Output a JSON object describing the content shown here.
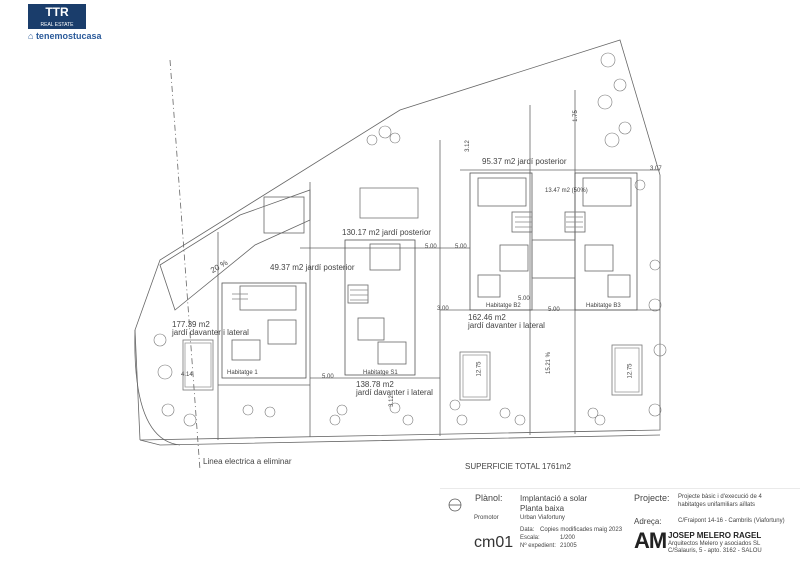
{
  "brand": {
    "logo_text": "TTR",
    "logo_sub": "REAL ESTATE",
    "site": "tenemostucasa"
  },
  "plan": {
    "areas": [
      {
        "id": "a1",
        "text": "95.37 m2 jardí posterior"
      },
      {
        "id": "a2",
        "text": "13.47 m2 (50%)"
      },
      {
        "id": "a3",
        "text": "130.17 m2 jardí posterior"
      },
      {
        "id": "a4",
        "text": "49.37 m2 jardí posterior"
      },
      {
        "id": "a5",
        "text": "177.39 m2"
      },
      {
        "id": "a6",
        "text": "jardí davanter i lateral"
      },
      {
        "id": "a7",
        "text": "162.46 m2"
      },
      {
        "id": "a8",
        "text": "jardí davanter i lateral"
      },
      {
        "id": "a9",
        "text": "138.78 m2"
      },
      {
        "id": "a10",
        "text": "jardí davanter i lateral"
      }
    ],
    "houses": [
      "Habitatge 1",
      "Habitatge S1",
      "Habitatge B2",
      "Habitatge B3"
    ],
    "slope": "20 %",
    "powerline": "Linea electrica a eliminar",
    "total": "SUPERFICIE TOTAL 1761m2",
    "dims": [
      "3.07",
      "5.00",
      "5.00",
      "3.00",
      "5.00",
      "15.21 %",
      "5.00",
      "5.00",
      "3.12",
      "4.14",
      "12.75",
      "12.75",
      "1.75",
      "3.12"
    ]
  },
  "titleblock": {
    "plano_label": "Plànol:",
    "plano_value_1": "Implantació a solar",
    "plano_value_2": "Planta baixa",
    "promotor_label": "Promotor",
    "promotor_value": "Urban Viafortuny",
    "data_label": "Data:",
    "data_value": "Copies modificades maig 2023",
    "escala_label": "Escala:",
    "escala_value": "1/200",
    "exp_label": "Nº expedient:",
    "exp_value": "21005",
    "sheet": "cm01",
    "projecte_label": "Projecte:",
    "projecte_value_1": "Projecte bàsic i d'execució de 4",
    "projecte_value_2": "habitatges unifamiliars aïllats",
    "adreca_label": "Adreça:",
    "adreca_value": "C/Fraipont 14-16 - Cambrils (Viafortuny)",
    "firm_mark": "AM",
    "firm_name": "JOSEP MELERO RAGEL",
    "firm_line_1": "Arquitectos Melero y asociados SL",
    "firm_line_2": "C/Salauris, 5 - apto. 3162 - SALOU"
  }
}
